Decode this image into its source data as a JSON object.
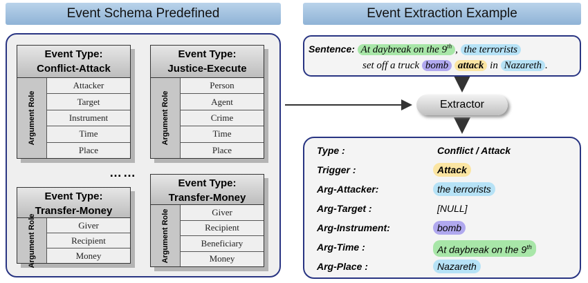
{
  "left_header": "Event Schema Predefined",
  "right_header": "Event Extraction Example",
  "argument_role_label": "Argument Role",
  "ellipsis": "……",
  "schemas": [
    {
      "title_line1": "Event Type:",
      "title_line2": "Conflict-Attack",
      "roles": [
        "Attacker",
        "Target",
        "Instrument",
        "Time",
        "Place"
      ]
    },
    {
      "title_line1": "Event Type:",
      "title_line2": "Justice-Execute",
      "roles": [
        "Person",
        "Agent",
        "Crime",
        "Time",
        "Place"
      ]
    },
    {
      "title_line1": "Event Type:",
      "title_line2": "Transfer-Money",
      "roles": [
        "Giver",
        "Recipient",
        "Money"
      ]
    },
    {
      "title_line1": "Event Type:",
      "title_line2": "Transfer-Money",
      "roles": [
        "Giver",
        "Recipient",
        "Beneficiary",
        "Money"
      ]
    }
  ],
  "sentence": {
    "label": "Sentence:",
    "seg_time": "At daybreak on the 9",
    "seg_time_sup": "th",
    "comma": ",",
    "seg_attacker": "the terrorists",
    "seg_mid": "set off a truck",
    "seg_instrument": "bomb",
    "seg_trigger": "attack",
    "seg_in": "in",
    "seg_place": "Nazareth",
    "period": "."
  },
  "extractor_label": "Extractor",
  "results": [
    {
      "key": "Type :",
      "value": "Conflict / Attack",
      "sup": "",
      "style": "plain-bold"
    },
    {
      "key": "Trigger :",
      "value": "Attack",
      "sup": "",
      "style": "yellow"
    },
    {
      "key": "Arg-Attacker:",
      "value": "the terrorists",
      "sup": "",
      "style": "blue"
    },
    {
      "key": "Arg-Target :",
      "value": "[NULL]",
      "sup": "",
      "style": "plain"
    },
    {
      "key": "Arg-Instrument:",
      "value": "bomb",
      "sup": "",
      "style": "purple"
    },
    {
      "key": "Arg-Time :",
      "value": "At daybreak on the 9",
      "sup": "th",
      "style": "green"
    },
    {
      "key": "Arg-Place :",
      "value": "Nazareth",
      "sup": "",
      "style": "blue"
    }
  ],
  "colors": {
    "border": "#283482",
    "green": "#a8e6a8",
    "blue": "#b6e2f6",
    "purple": "#b0a8ee",
    "yellow": "#fbe5a2"
  }
}
